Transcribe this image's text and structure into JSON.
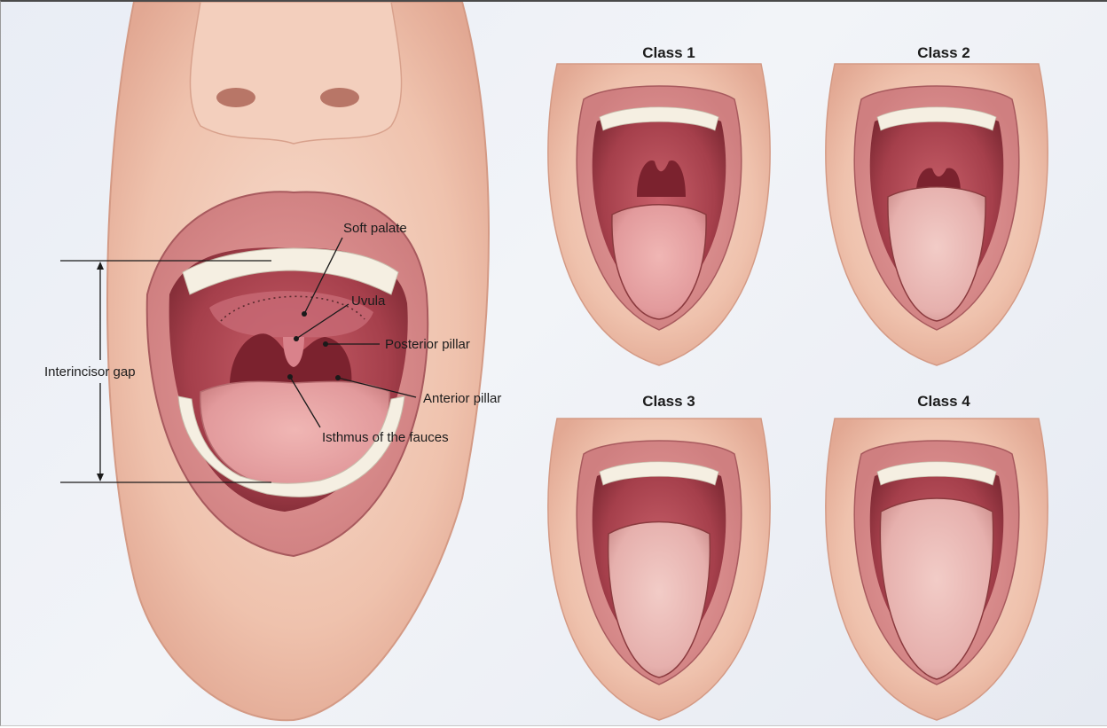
{
  "labels": {
    "soft_palate": "Soft palate",
    "uvula": "Uvula",
    "posterior_pillar": "Posterior pillar",
    "anterior_pillar": "Anterior pillar",
    "isthmus": "Isthmus of the fauces",
    "interincisor_gap": "Interincisor gap"
  },
  "classes": [
    {
      "label": "Class 1"
    },
    {
      "label": "Class 2"
    },
    {
      "label": "Class 3"
    },
    {
      "label": "Class 4"
    }
  ],
  "colors": {
    "skin": "#f1c9b5",
    "skin_shadow": "#d99c86",
    "lip": "#d98585",
    "mouth_dark": "#8c2f38",
    "throat": "#b84656",
    "tongue": "#e8a3a4",
    "teeth": "#f6f1e6",
    "line": "#1a1a1a"
  }
}
